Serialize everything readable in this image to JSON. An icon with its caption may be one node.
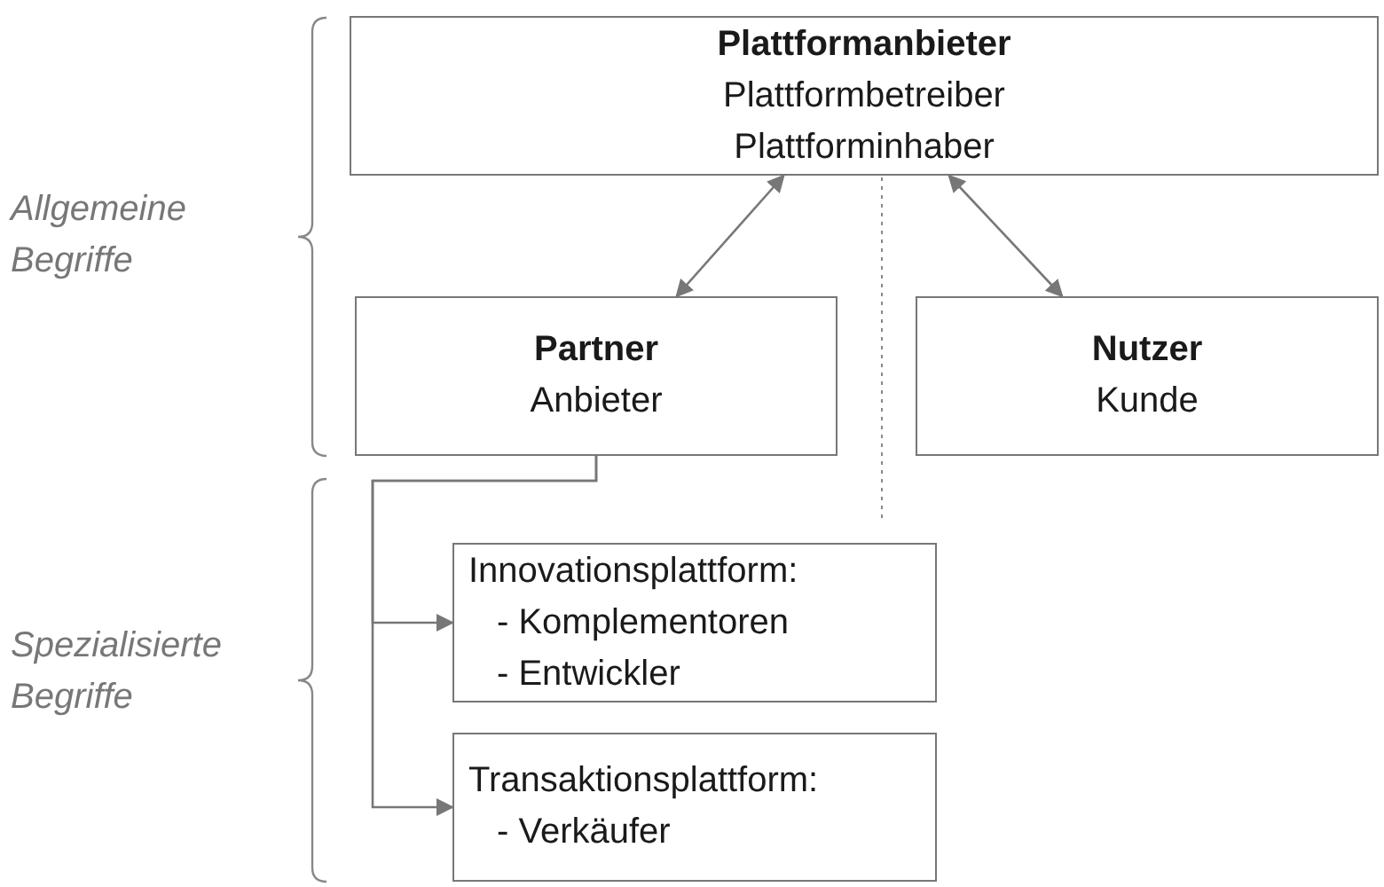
{
  "diagram": {
    "nodes": [
      {
        "text": [
          "Plattformanbieter",
          "Plattformbetreiber",
          "Plattforminhaber"
        ]
      },
      {
        "text": [
          "Partner",
          "Anbieter"
        ]
      },
      {
        "text": [
          "Nutzer",
          "Kunde"
        ]
      },
      {
        "text": [
          "Innovationsplattform:",
          "- Komplementoren",
          "- Entwickler"
        ]
      },
      {
        "text": [
          "Transaktionsplattform:",
          "- Verkäufer"
        ]
      }
    ],
    "edges": [
      {
        "from": 0,
        "to": 1,
        "arrow": "both"
      },
      {
        "from": 0,
        "to": 2,
        "arrow": "both"
      },
      {
        "from": 1,
        "to": 3,
        "arrow": "to"
      },
      {
        "from": 1,
        "to": 4,
        "arrow": "to"
      }
    ],
    "labels": [
      "Allgemeine Begriffe",
      "Spezialisierte Begriffe"
    ]
  }
}
